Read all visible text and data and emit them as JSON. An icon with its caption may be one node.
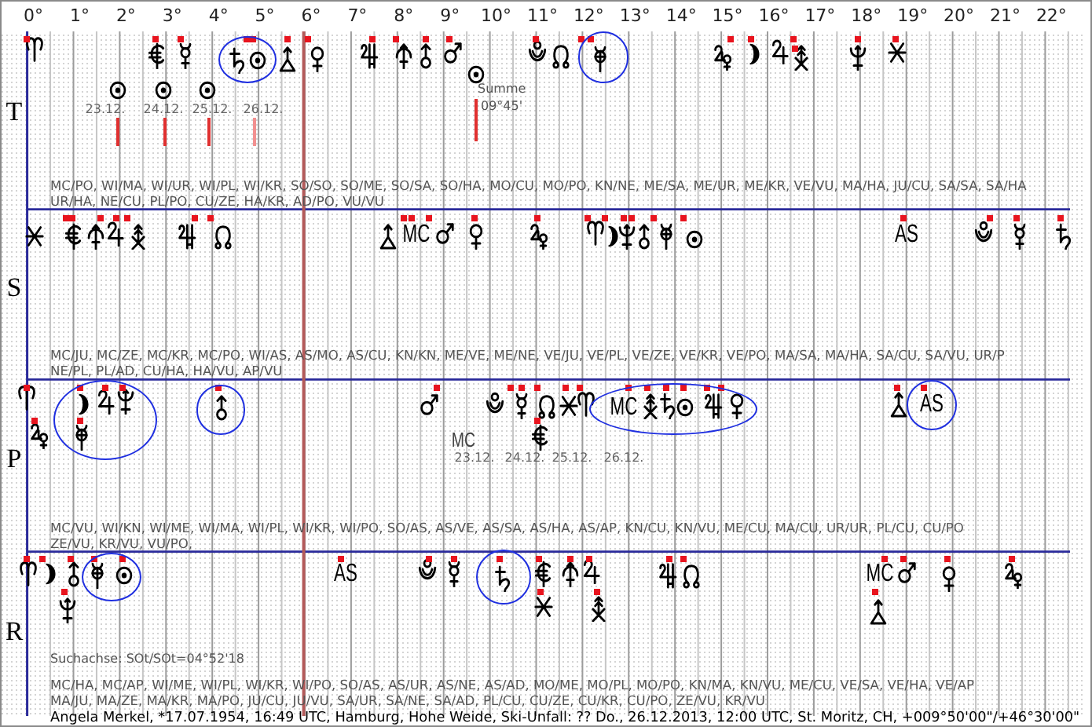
{
  "diagram": {
    "caption": "Angela Merkel, *17.07.1954, 16:49 UTC, Hamburg, Hohe Weide, Ski-Unfall: ?? Do., 26.12.2013, 12:00 UTC, St. Moritz, CH, +009°50'00\"/+46°30'00\"",
    "nodes": [
      {
        "text": [],
        "shape": "ellipse"
      },
      {
        "text": [],
        "shape": "circle"
      },
      {
        "text": [],
        "shape": "ellipse"
      },
      {
        "text": [],
        "shape": "circle"
      },
      {
        "text": [
          "MC"
        ]
      },
      {
        "text": [
          "AS"
        ]
      },
      {
        "text": [],
        "shape": "ellipse"
      },
      {
        "text": [],
        "shape": "circle"
      }
    ],
    "labels": [
      "0°",
      "1°",
      "2°",
      "3°",
      "4°",
      "5°",
      "6°",
      "7°",
      "8°",
      "9°",
      "10°",
      "11°",
      "12°",
      "13°",
      "14°",
      "15°",
      "16°",
      "17°",
      "18°",
      "19°",
      "20°",
      "21°",
      "22°",
      "T",
      "23.12.",
      "24.12.",
      "25.12.",
      "26.12.",
      "Summe",
      "09°45'",
      "MC/PO, WI/MA, WI/UR, WI/PL, WI/KR, SO/SO, SO/ME, SO/SA, SO/HA, MO/CU, MO/PO, KN/NE, ME/SA, ME/UR, ME/KR, VE/VU, MA/HA, JU/CU, SA/SA, SA/HA UR/HA, NE/CU, PL/PO, CU/ZE, HA/KR, AD/PO, VU/VU",
      "MC",
      "AS",
      "S",
      "MC/JU, MC/ZE, MC/KR, MC/PO, WI/AS, AS/MO, AS/CU, KN/KN, ME/VE, ME/NE, VE/JU, VE/PL, VE/ZE, VE/KR, VE/PO, MA/SA, MA/HA, SA/CU, SA/VU, UR/P NE/PL, PL/AD, CU/HA, HA/VU, AP/VU",
      "P",
      "MC",
      "23.12.",
      "24.12.",
      "25.12.",
      "26.12.",
      "MC/VU, WI/KN, WI/ME, WI/MA, WI/PL, WI/KR, WI/PO, SO/AS, AS/VE, AS/SA, AS/HA, AS/AP, KN/CU, KN/VU, ME/CU, MA/CU, UR/UR, PL/CU, CU/PO ZE/VU, KR/VU, VU/PO,",
      "AS",
      "MC",
      "R",
      "Suchachse: SOt/SOt=04°52'18",
      "MC/HA, MC/AP, WI/ME, WI/PL, WI/KR, WI/PO, SO/AS, AS/UR, AS/NE, AS/AD, MO/ME, MO/PL, MO/PO, KN/MA, KN/VU, ME/CU, VE/SA, VE/HA, VE/AP MA/JU, MA/ZE, MA/KR, MA/PO, JU/CU, JU/VU, SA/UR, SA/NE, SA/AD, PL/CU, CU/ZE, CU/KR, CU/PO, ZE/VU, KR/VU"
    ]
  }
}
